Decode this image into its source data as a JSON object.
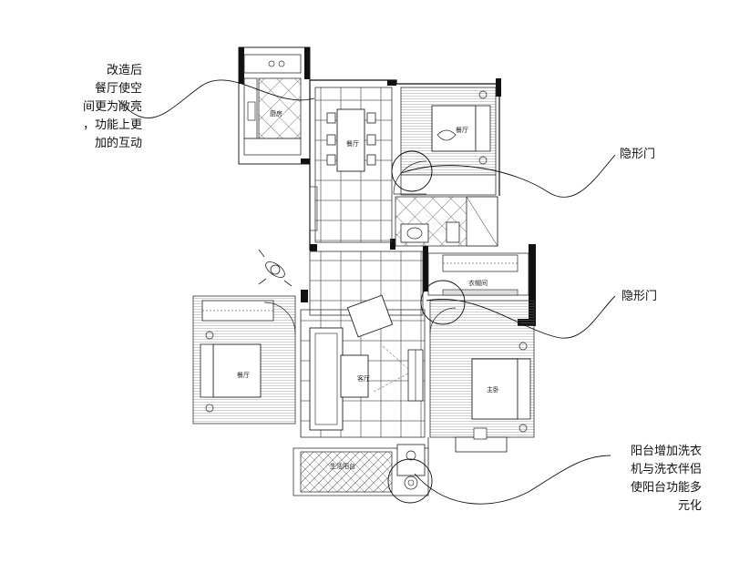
{
  "annotations": {
    "dining": {
      "lines": [
        "改造后",
        "餐厅使空",
        "间更为敞亮",
        "，功能上更",
        "加的互动"
      ]
    },
    "hidden_door_top": {
      "text": "隐形门"
    },
    "hidden_door_mid": {
      "text": "隐形门"
    },
    "balcony": {
      "lines": [
        "阳台增加洗衣",
        "机与洗衣伴侣",
        "使阳台功能多",
        "元化"
      ]
    }
  },
  "rooms": {
    "kitchen": "厨房",
    "dining": "餐厅",
    "bedroom_top": "餐厅",
    "bedroom_left": "餐厅",
    "master": "主卧",
    "walk_in": "衣帽间",
    "living": "客厅",
    "balcony": "生活阳台"
  },
  "colors": {
    "wall": "#111111",
    "line": "#222222",
    "hatch": "#9a9a9a",
    "floor_grid": "#555555"
  }
}
